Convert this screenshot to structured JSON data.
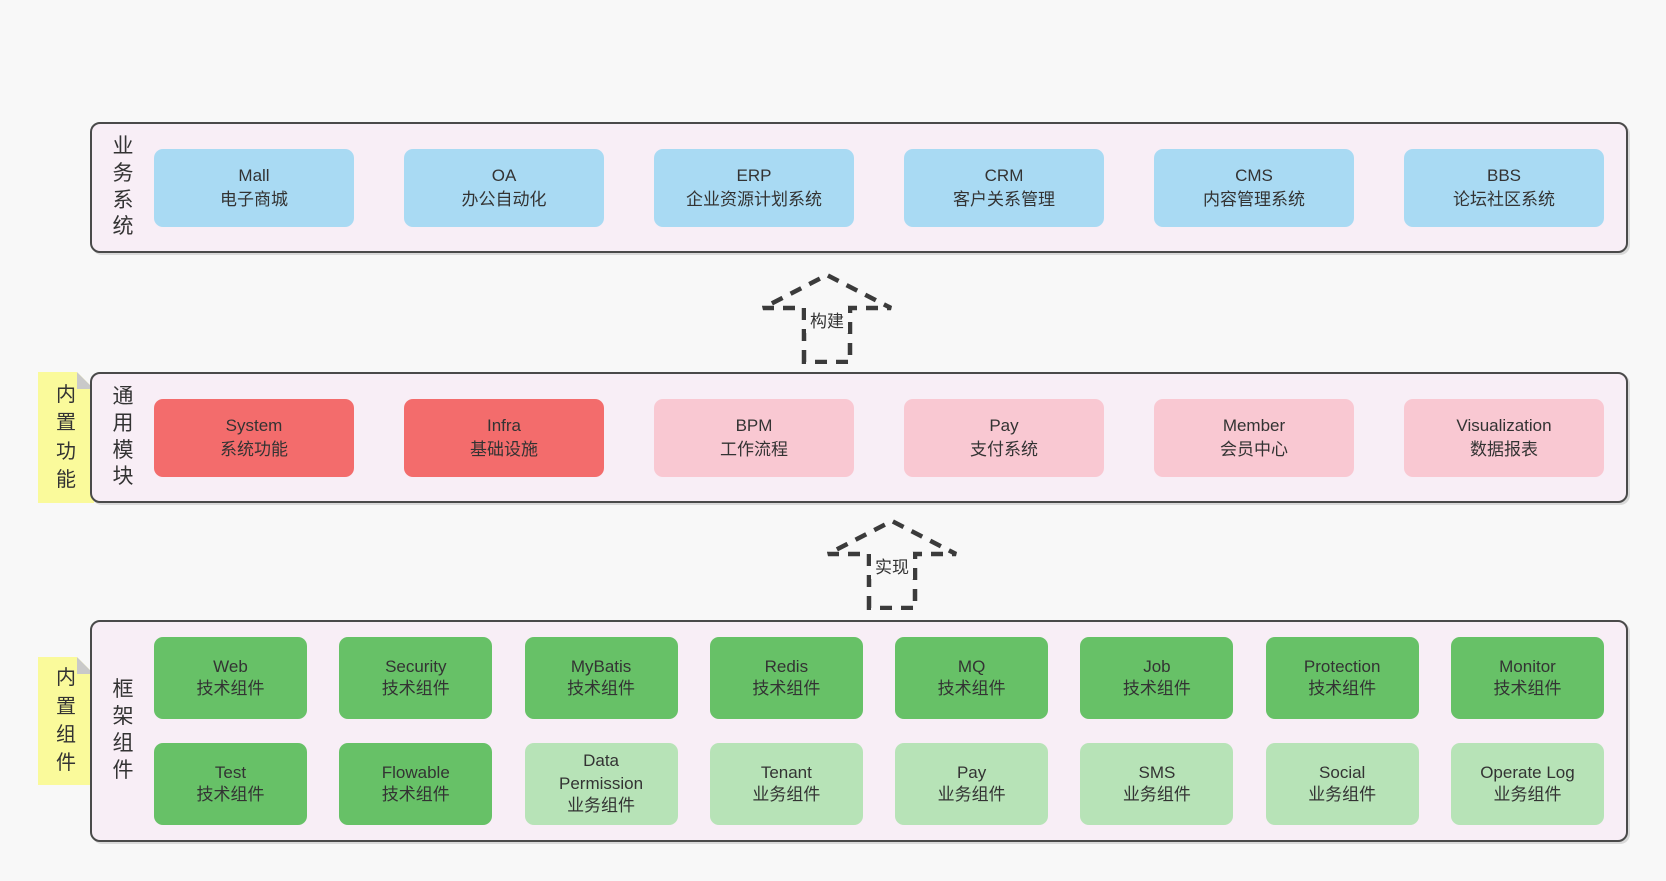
{
  "colors": {
    "pageBg": "#f8f8f8",
    "layerBg": "#f8eef6",
    "border": "#4a4a4a",
    "arrow": "#3b3b3b",
    "text": "#333333",
    "blue": "#a9daf3",
    "red": "#f36c6c",
    "pink": "#f9c8d2",
    "green": "#67c167",
    "lightgreen": "#b7e3b7",
    "yellow": "#fafa9b",
    "fold": "#c9c9c9"
  },
  "arrows": [
    {
      "label": "构建"
    },
    {
      "label": "实现"
    }
  ],
  "layers": [
    {
      "label": "业务系统",
      "rows": [
        [
          {
            "title": "Mall",
            "subtitle": "电子商城",
            "variant": "blue"
          },
          {
            "title": "OA",
            "subtitle": "办公自动化",
            "variant": "blue"
          },
          {
            "title": "ERP",
            "subtitle": "企业资源计划系统",
            "variant": "blue"
          },
          {
            "title": "CRM",
            "subtitle": "客户关系管理",
            "variant": "blue"
          },
          {
            "title": "CMS",
            "subtitle": "内容管理系统",
            "variant": "blue"
          },
          {
            "title": "BBS",
            "subtitle": "论坛社区系统",
            "variant": "blue"
          }
        ]
      ]
    },
    {
      "label": "通用模块",
      "sticky": "内置功能",
      "rows": [
        [
          {
            "title": "System",
            "subtitle": "系统功能",
            "variant": "red"
          },
          {
            "title": "Infra",
            "subtitle": "基础设施",
            "variant": "red"
          },
          {
            "title": "BPM",
            "subtitle": "工作流程",
            "variant": "pink"
          },
          {
            "title": "Pay",
            "subtitle": "支付系统",
            "variant": "pink"
          },
          {
            "title": "Member",
            "subtitle": "会员中心",
            "variant": "pink"
          },
          {
            "title": "Visualization",
            "subtitle": "数据报表",
            "variant": "pink"
          }
        ]
      ]
    },
    {
      "label": "框架组件",
      "sticky": "内置组件",
      "small_boxes": true,
      "rows": [
        [
          {
            "title": "Web",
            "subtitle": "技术组件",
            "variant": "green"
          },
          {
            "title": "Security",
            "subtitle": "技术组件",
            "variant": "green"
          },
          {
            "title": "MyBatis",
            "subtitle": "技术组件",
            "variant": "green"
          },
          {
            "title": "Redis",
            "subtitle": "技术组件",
            "variant": "green"
          },
          {
            "title": "MQ",
            "subtitle": "技术组件",
            "variant": "green"
          },
          {
            "title": "Job",
            "subtitle": "技术组件",
            "variant": "green"
          },
          {
            "title": "Protection",
            "subtitle": "技术组件",
            "variant": "green"
          },
          {
            "title": "Monitor",
            "subtitle": "技术组件",
            "variant": "green"
          }
        ],
        [
          {
            "title": "Test",
            "subtitle": "技术组件",
            "variant": "green"
          },
          {
            "title": "Flowable",
            "subtitle": "技术组件",
            "variant": "green"
          },
          {
            "title": "Data Permission",
            "subtitle": "业务组件",
            "variant": "lightgreen"
          },
          {
            "title": "Tenant",
            "subtitle": "业务组件",
            "variant": "lightgreen"
          },
          {
            "title": "Pay",
            "subtitle": "业务组件",
            "variant": "lightgreen"
          },
          {
            "title": "SMS",
            "subtitle": "业务组件",
            "variant": "lightgreen"
          },
          {
            "title": "Social",
            "subtitle": "业务组件",
            "variant": "lightgreen"
          },
          {
            "title": "Operate Log",
            "subtitle": "业务组件",
            "variant": "lightgreen"
          }
        ]
      ]
    }
  ]
}
